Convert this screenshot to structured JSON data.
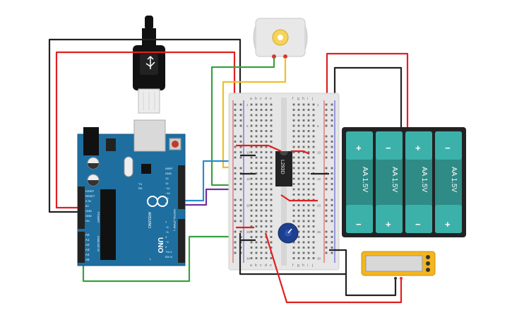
{
  "arduino": {
    "brand": "ARDUINO",
    "model": "UNO",
    "power_label": "POWER",
    "analog_label": "ANALOG IN",
    "digital_label": "DIGITAL (PWM~)",
    "pins_left": [
      "IOREF",
      "RESET",
      "3.3V",
      "5V",
      "GND",
      "GND",
      "Vin"
    ],
    "pins_analog": [
      "A0",
      "A1",
      "A2",
      "A3",
      "A4",
      "A5"
    ],
    "pins_right_top": [
      "AREF",
      "GND",
      "13",
      "12",
      "~11",
      "~10",
      "~9",
      "8"
    ],
    "pins_right_bottom": [
      "7",
      "~6",
      "~5",
      "4",
      "~3",
      "2",
      "TX>1",
      "RX<0"
    ],
    "tx_label": "TX",
    "rx_label": "RX",
    "l_label": "L"
  },
  "breadboard": {
    "left_cols": [
      "a",
      "b",
      "c",
      "d",
      "e"
    ],
    "right_cols": [
      "f",
      "g",
      "h",
      "i",
      "j"
    ],
    "row_numbers": [
      "1",
      "5",
      "10",
      "15",
      "20",
      "25",
      "30"
    ]
  },
  "chip": {
    "label": "L293D"
  },
  "battery": {
    "cells": [
      {
        "label": "AA 1.5V",
        "top": "+",
        "bottom": "−"
      },
      {
        "label": "AA 1.5V",
        "top": "−",
        "bottom": "+"
      },
      {
        "label": "AA 1.5V",
        "top": "+",
        "bottom": "−"
      },
      {
        "label": "AA 1.5V",
        "top": "−",
        "bottom": "+"
      }
    ]
  },
  "colors": {
    "arduino": "#1e6fa0",
    "battery_case": "#222222",
    "battery_cell": "#2e8b86",
    "wire_red": "#e02020",
    "wire_black": "#222222",
    "wire_green": "#3aa040",
    "wire_yellow": "#f0c020",
    "wire_blue": "#2a8cd0",
    "wire_purple": "#7030a0",
    "multimeter": "#f3b61f"
  }
}
